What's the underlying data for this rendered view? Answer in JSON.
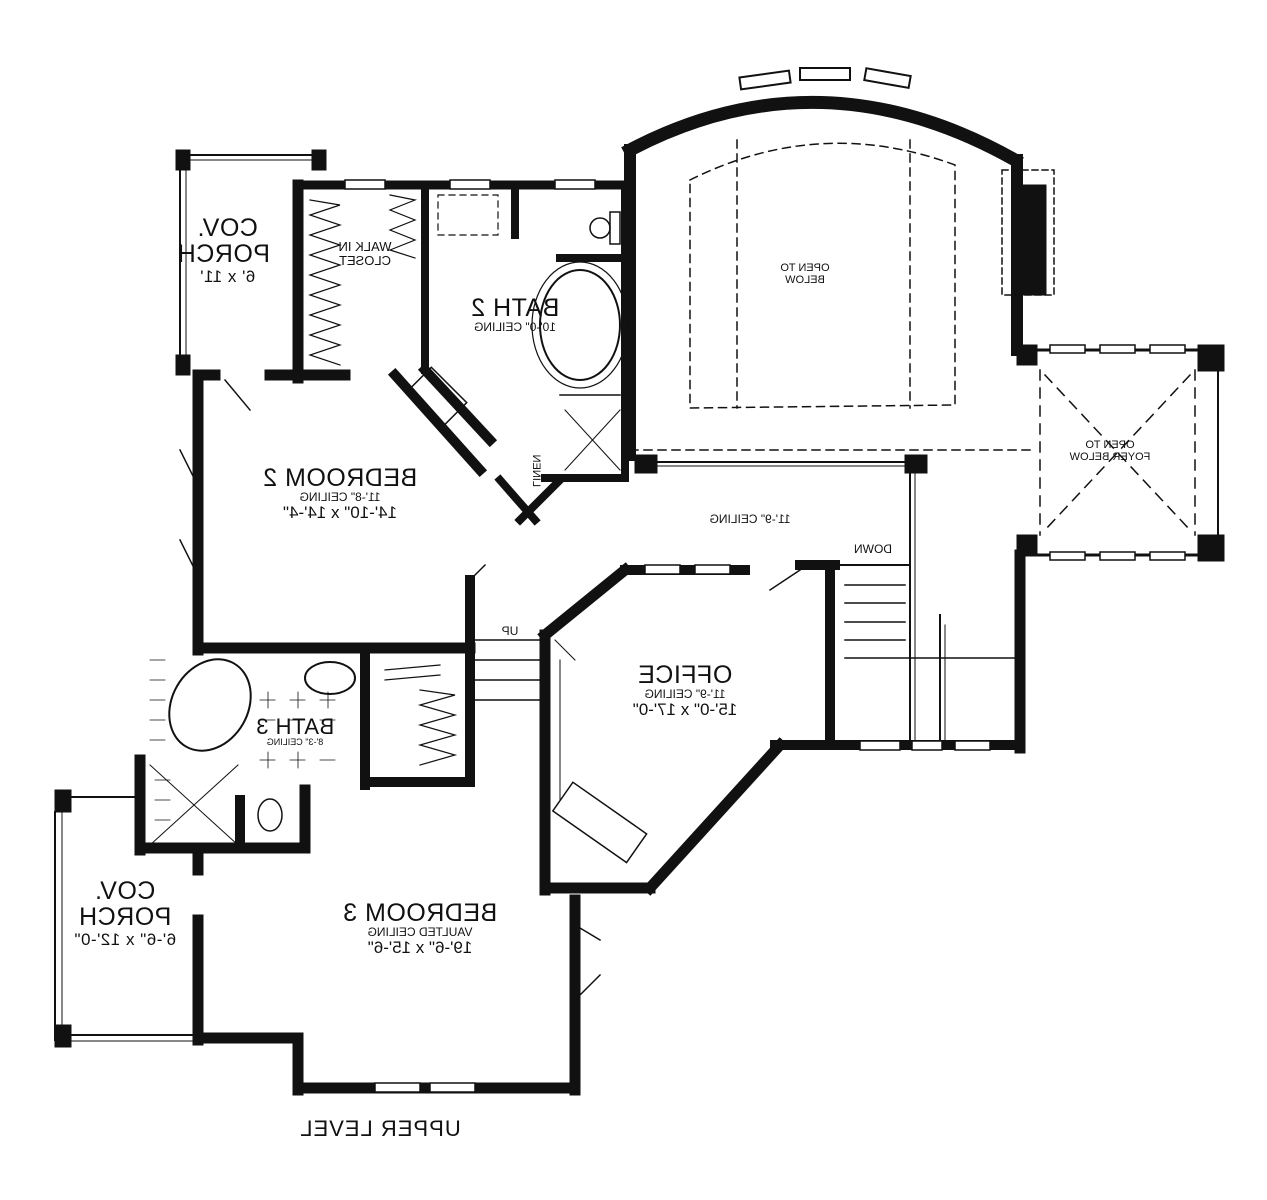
{
  "drawing": {
    "title": "UPPER LEVEL",
    "mirrored": true,
    "colors": {
      "wall": "#111111",
      "background": "#ffffff",
      "line": "#111111"
    }
  },
  "rooms": {
    "porch_top": {
      "name_line1": "COV.",
      "name_line2": "PORCH",
      "dims": "6' x 11'"
    },
    "walk_in_closet": {
      "name_line1": "WALK IN",
      "name_line2": "CLOSET"
    },
    "bath2": {
      "name": "BATH 2",
      "ceiling": "10'-0\" CEILING"
    },
    "open_below": {
      "line1": "OPEN TO",
      "line2": "BELOW"
    },
    "bedroom2": {
      "name": "BEDROOM 2",
      "ceiling": "11'-8\" CEILING",
      "dims": "14'-10\" x 14'-4\""
    },
    "linen": {
      "name": "LINEN"
    },
    "open_foyer": {
      "line1": "OPEN TO",
      "line2": "FOYER BELOW"
    },
    "hall": {
      "ceiling": "11'-9\" CEILING"
    },
    "stairs": {
      "down": "DOWN",
      "up": "UP"
    },
    "office": {
      "name": "OFFICE",
      "ceiling": "11'-9\" CEILING",
      "dims": "15'-0\" x 17'-0\""
    },
    "bath3": {
      "name": "BATH 3",
      "ceiling": "8'-3\" CEILING"
    },
    "porch_bottom": {
      "name_line1": "COV.",
      "name_line2": "PORCH",
      "dims": "6'-6\" x 12'-0\""
    },
    "bedroom3": {
      "name": "BEDROOM 3",
      "ceiling": "VAULTED CEILING",
      "dims": "19'-6\" x 15'-6\""
    }
  }
}
